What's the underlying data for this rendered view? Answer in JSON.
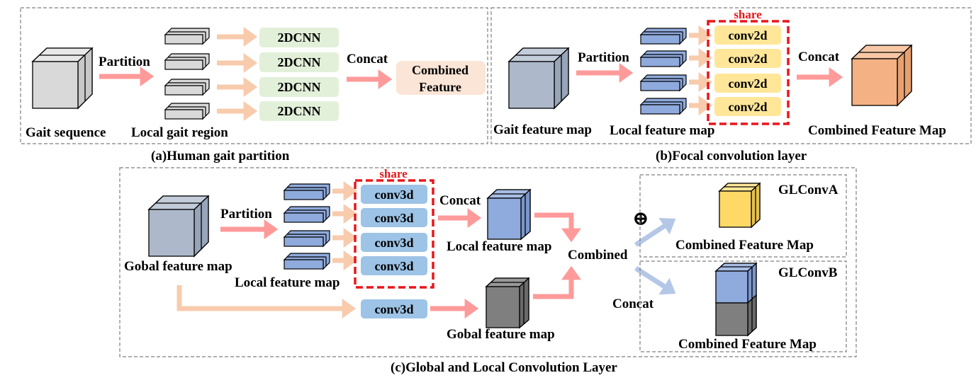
{
  "panel_a": {
    "input_label": "Gait sequence",
    "partition_label": "Partition",
    "region_label": "Local gait region",
    "cnn_labels": [
      "2DCNN",
      "2DCNN",
      "2DCNN",
      "2DCNN"
    ],
    "concat_label": "Concat",
    "combined_line1": "Combined",
    "combined_line2": "Feature",
    "caption": "(a)Human gait partition"
  },
  "panel_b": {
    "input_label": "Gait feature map",
    "partition_label": "Partition",
    "local_label": "Local feature map",
    "share_label": "share",
    "conv_labels": [
      "conv2d",
      "conv2d",
      "conv2d",
      "conv2d"
    ],
    "concat_label": "Concat",
    "output_label": "Combined Feature Map",
    "caption": "(b)Focal convolution layer"
  },
  "panel_c": {
    "input_label": "Gobal feature map",
    "partition_label": "Partition",
    "local_label": "Local feature map",
    "share_label": "share",
    "conv_labels": [
      "conv3d",
      "conv3d",
      "conv3d",
      "conv3d"
    ],
    "concat_label": "Concat",
    "local_out_label": "Local feature map",
    "global_conv_label": "conv3d",
    "global_out_label": "Gobal feature map",
    "combined_label": "Combined",
    "plus_symbol": "⊕",
    "concat2_label": "Concat",
    "glconva_label": "GLConvA",
    "glconva_out": "Combined Feature Map",
    "glconvb_label": "GLConvB",
    "glconvb_out": "Combined Feature Map",
    "caption": "(c)Global and Local Convolution Layer"
  },
  "colors": {
    "gray_cube": "#d9d9d9",
    "slate_cube": "#adb9ca",
    "blue_slice": "#8faadc",
    "orange_cube": "#f4b183",
    "yellow_cube": "#ffd966",
    "dark_cube": "#7f7f7f",
    "green_box": "#e2f0d9",
    "yellow_box": "#ffe699",
    "blue_box": "#9dc3e6",
    "peach_box": "#fbe5d6",
    "pink_arrow": "#ff9a9a",
    "peach_arrow": "#f8cbad",
    "light_blue_arrow": "#b4c7e7",
    "share_red": "#e8161b"
  }
}
